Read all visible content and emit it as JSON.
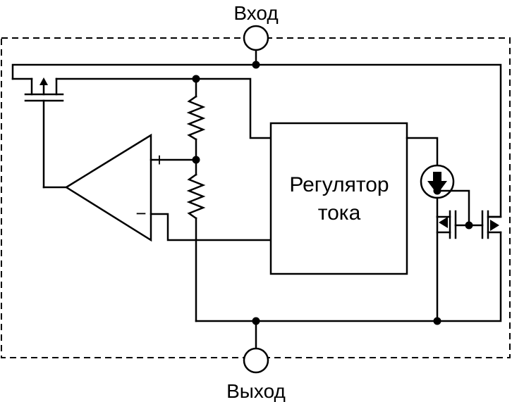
{
  "terminals": {
    "input_label": "Вход",
    "output_label": "Выход"
  },
  "block": {
    "line1": "Регулятор",
    "line2": "тока"
  },
  "opamp": {
    "plus": "+",
    "minus": "−"
  },
  "colors": {
    "ink": "#000000",
    "background": "#ffffff"
  },
  "icons": {
    "current_source": "arrow-down-in-circle",
    "terminal": "circle-node"
  }
}
